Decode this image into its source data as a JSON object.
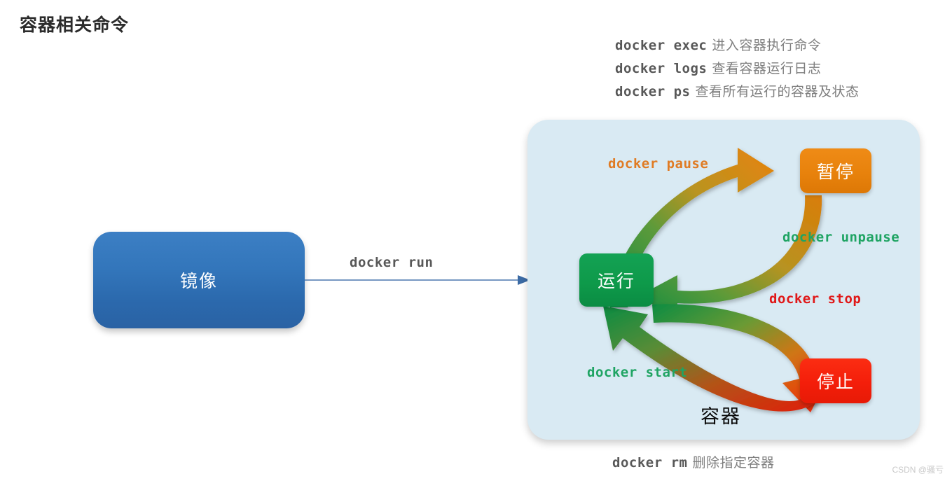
{
  "page": {
    "title": "容器相关命令",
    "background_color": "#ffffff"
  },
  "commands_top": [
    {
      "command": "docker exec",
      "description": "进入容器执行命令"
    },
    {
      "command": "docker logs",
      "description": "查看容器运行日志"
    },
    {
      "command": "docker ps",
      "description": "查看所有运行的容器及状态"
    }
  ],
  "image_node": {
    "label": "镜像",
    "color": "#2f6fb3",
    "text_color": "#ffffff"
  },
  "connector": {
    "label": "docker run",
    "arrow_color": "#4a77ad",
    "icon": "arrow-right-icon"
  },
  "container_panel": {
    "label": "容器",
    "background_color": "#d9eaf3"
  },
  "states": [
    {
      "id": "running",
      "label": "运行",
      "color": "#0e9a4a"
    },
    {
      "id": "paused",
      "label": "暂停",
      "color": "#e8820c"
    },
    {
      "id": "stopped",
      "label": "停止",
      "color": "#f41e0a"
    }
  ],
  "transitions": [
    {
      "id": "pause",
      "label": "docker pause",
      "from": "运行",
      "to": "暂停",
      "color": "#e07b23",
      "gradient_from": "#0e9a4a",
      "gradient_to": "#e8820c"
    },
    {
      "id": "unpause",
      "label": "docker unpause",
      "from": "暂停",
      "to": "运行",
      "color": "#1fa463",
      "gradient_from": "#e8820c",
      "gradient_to": "#0e9a4a"
    },
    {
      "id": "stop",
      "label": "docker stop",
      "from": "运行",
      "to": "停止",
      "color": "#e01818",
      "gradient_from": "#0e9a4a",
      "gradient_to": "#f41e0a"
    },
    {
      "id": "start",
      "label": "docker start",
      "from": "停止",
      "to": "运行",
      "color": "#1fa463",
      "gradient_from": "#f41e0a",
      "gradient_to": "#0e9a4a"
    }
  ],
  "bottom_command": {
    "command": "docker rm",
    "description": "删除指定容器"
  },
  "watermark": "CSDN @骚亏"
}
